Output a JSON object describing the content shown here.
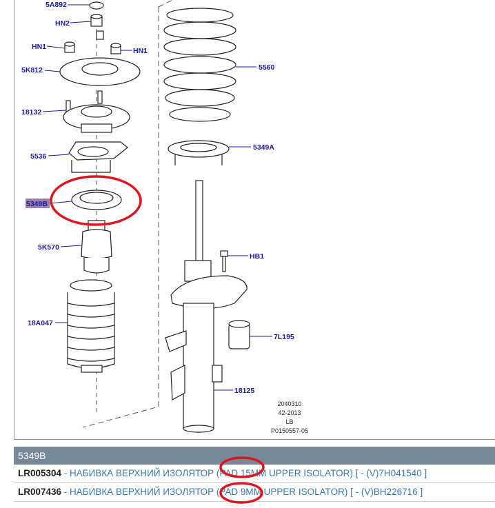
{
  "diagram": {
    "labels": {
      "l5A892": "5A892",
      "lHN2": "HN2",
      "lHN1a": "HN1",
      "lHN1b": "HN1",
      "l5K812": "5K812",
      "l18132": "18132",
      "l5536": "5536",
      "l5349B": "5349B",
      "l5K570": "5K570",
      "l18A047": "18A047",
      "l5560": "5560",
      "l5349A": "5349A",
      "lHB1": "HB1",
      "l7L195": "7L195",
      "l18125": "18125"
    },
    "info": [
      "2040310",
      "42-2013",
      "LB",
      "P0150557-05"
    ],
    "highlight_color": "#e0141e"
  },
  "parts": {
    "header": "5349B",
    "rows": [
      {
        "part_no": "LR005304",
        "sep": " - ",
        "desc": "НАБИВКА ВЕРХНИЙ ИЗОЛЯТОР (PAD 15MM UPPER ISOLATOR) [ - (V)7H041540 ]"
      },
      {
        "part_no": "LR007436",
        "sep": " - ",
        "desc": "НАБИВКА ВЕРХНИЙ ИЗОЛЯТОР (PAD 9MM UPPER ISOLATOR) [ - (V)BH226716 ]"
      }
    ]
  }
}
